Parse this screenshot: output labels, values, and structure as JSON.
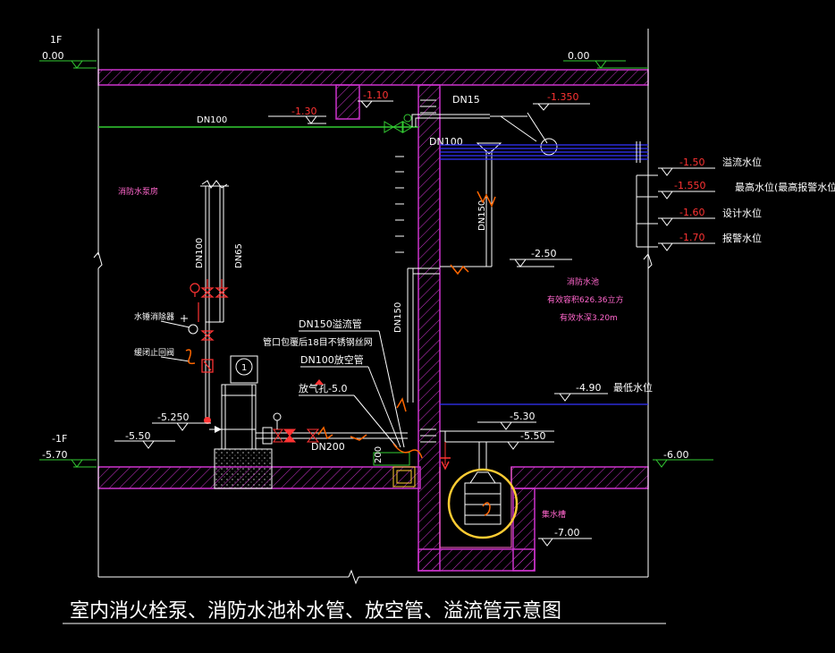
{
  "title": "室内消火栓泵、消防水池补水管、放空管、溢流管示意图",
  "colors": {
    "background": "#000000",
    "structure": "#cc33cc",
    "pipe_green": "#33cc33",
    "water_blue": "#3333ff",
    "label_white": "#ffffff",
    "elev_red": "#ff3333",
    "pipe_orange": "#ff6600",
    "sump_ring": "#ffcc33",
    "room_pink": "#ff66cc"
  },
  "floors": {
    "f1_label": "1F",
    "f1_elev": "0.00",
    "b1_label": "-1F",
    "b1_elev": "-5.70"
  },
  "pipes": {
    "dn100_main": "DN100",
    "dn15": "DN15",
    "dn100_inlet": "DN100",
    "dn150_overflow_vertical": "DN150",
    "dn150_tank_left": "DN150",
    "dn100_riser": "DN100",
    "dn65_riser": "DN65",
    "dn200_suction": "DN200"
  },
  "elevations": {
    "top_right": "0.00",
    "beam_bottom": "-1.10",
    "pipe_inlet": "-1.30",
    "float_valve": "-1.350",
    "overflow_level_value": "-1.50",
    "max_level_value": "-1.550",
    "design_level_value": "-1.60",
    "alarm_level_value": "-1.70",
    "tank_inlet_bottom": "-2.50",
    "min_level_value": "-4.90",
    "pump_inlet": "-5.250",
    "pump_base": "-5.50",
    "sump_top": "-5.30",
    "floor_inside_tank": "-5.50",
    "floor_right": "-6.00",
    "sump_bottom": "-7.00"
  },
  "water_levels": {
    "overflow": "溢流水位",
    "max": "最高水位(最高报警水位)",
    "design": "设计水位",
    "alarm": "报警水位",
    "min": "最低水位"
  },
  "labels": {
    "pump_room": "消防水泵房",
    "tank_name": "消防水池",
    "tank_volume": "有效容积626.36立方",
    "tank_depth": "有效水深3.20m",
    "water_hammer": "水锤消除器",
    "check_valve": "缓闭止回阀",
    "overflow_pipe": "DN150溢流管",
    "mesh_note": "管口包覆后18目不锈钢丝网",
    "drain_pipe": "DN100放空管",
    "vent_hole": "放气孔-5.0",
    "collection_sump": "集水槽",
    "pump_number": "1",
    "gap_200": "200"
  }
}
